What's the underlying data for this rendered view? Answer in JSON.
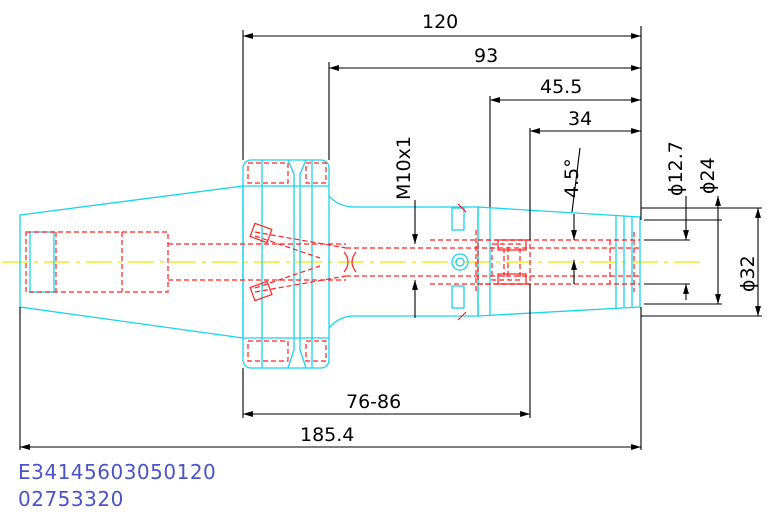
{
  "drawing": {
    "dimensions": {
      "overall_120": "120",
      "taper_93": "93",
      "length_45_5": "45.5",
      "length_34": "34",
      "thread": "M10x1",
      "angle": "4.5°",
      "dia_12_7": "ϕ12.7",
      "dia_24": "ϕ24",
      "dia_32": "ϕ32",
      "adjust_range": "76-86",
      "total_length": "185.4"
    },
    "codes": {
      "line1": "E34145603050120",
      "line2": "02753320"
    },
    "colors": {
      "outline": "#19d3ec",
      "hidden": "#ff2020",
      "centerline": "#e8e800",
      "dimension": "#000000",
      "code_text": "#4a54c8"
    }
  }
}
